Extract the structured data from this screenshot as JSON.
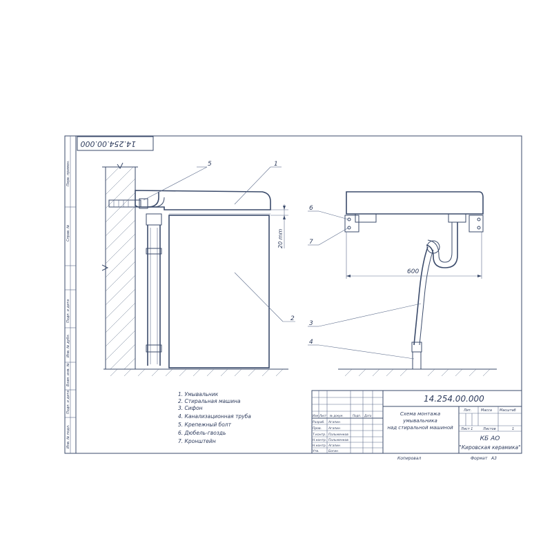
{
  "doc_code": "14.254.00.000",
  "callouts": [
    "1",
    "2",
    "3",
    "4",
    "5",
    "6",
    "7"
  ],
  "dims": {
    "gap": "20 mm",
    "width": "600"
  },
  "legend": [
    "1. Умывальник",
    "2. Стиральная машина",
    "3. Сифон",
    "4. Канализационная труба",
    "5. Крепежный болт",
    "6. Дюбель-гвоздь",
    "7. Кронштейн"
  ],
  "title_block": {
    "code": "14.254.00.000",
    "title_lines": [
      "Схема монтажа",
      "умывальника",
      "над стиральной машиной"
    ],
    "col_headers": [
      "Изм",
      "Лист",
      "№ докум.",
      "Подп.",
      "Дата"
    ],
    "roles": [
      {
        "role": "Разраб.",
        "name": "Агапин"
      },
      {
        "role": "Пров.",
        "name": "Агапин"
      },
      {
        "role": "Т.контр.",
        "name": "Пальменков"
      },
      {
        "role": "Н.контр.",
        "name": "Пальменков"
      },
      {
        "role": "Н.контр.",
        "name": "Агапин"
      },
      {
        "role": "Утв.",
        "name": "Богин"
      }
    ],
    "headers_right": [
      "Лит.",
      "Масса",
      "Масштаб"
    ],
    "sheet": "Лист 1",
    "sheets_label": "Листов",
    "sheets": "1",
    "company_top": "КБ АО",
    "company": "\"Кировская керамика\"",
    "copied": "Копировал",
    "format_label": "Формат",
    "format": "А3"
  },
  "side_stamps": [
    "Перв. примен.",
    "Справ. №",
    "Подп. и дата",
    "Инв. № дубл.",
    "Взам. инв. №",
    "Подп. и дата",
    "Инв. № подл."
  ]
}
